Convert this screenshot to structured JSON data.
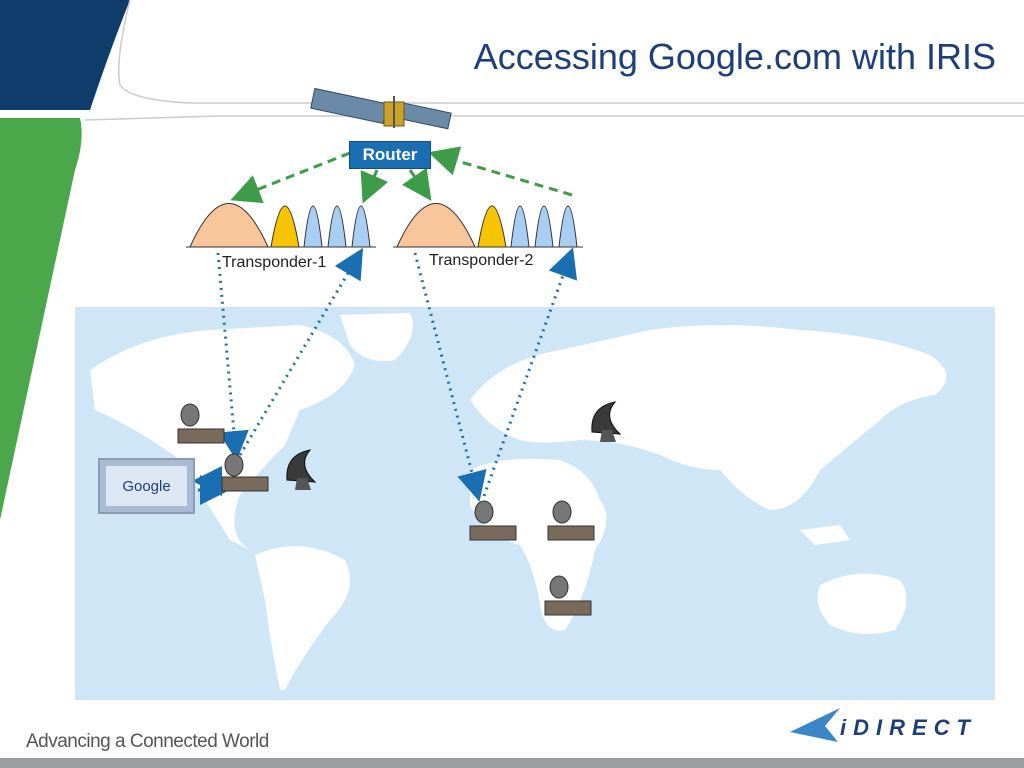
{
  "slide": {
    "title": "Accessing Google.com with IRIS",
    "tagline": "Advancing a Connected World",
    "logo_text": "iDIRECT"
  },
  "diagram": {
    "router_label": "Router",
    "transponders": [
      {
        "label": "Transponder-1"
      },
      {
        "label": "Transponder-2"
      }
    ],
    "google_label": "Google"
  },
  "colors": {
    "title": "#1d3f79",
    "navy_corner": "#0f3d6b",
    "green_band": "#4aa84a",
    "map_water": "#cfe6f7",
    "router": "#1a6fb2",
    "dashed_green": "#3e9b47",
    "dotted_blue": "#1a6fb2",
    "carrier_orange": "#f8c69a",
    "carrier_yellow": "#f6c400",
    "carrier_blue": "#a8cff2"
  },
  "icons": [
    "satellite-icon",
    "dish-icon",
    "modem-icon",
    "arrow-icon"
  ]
}
